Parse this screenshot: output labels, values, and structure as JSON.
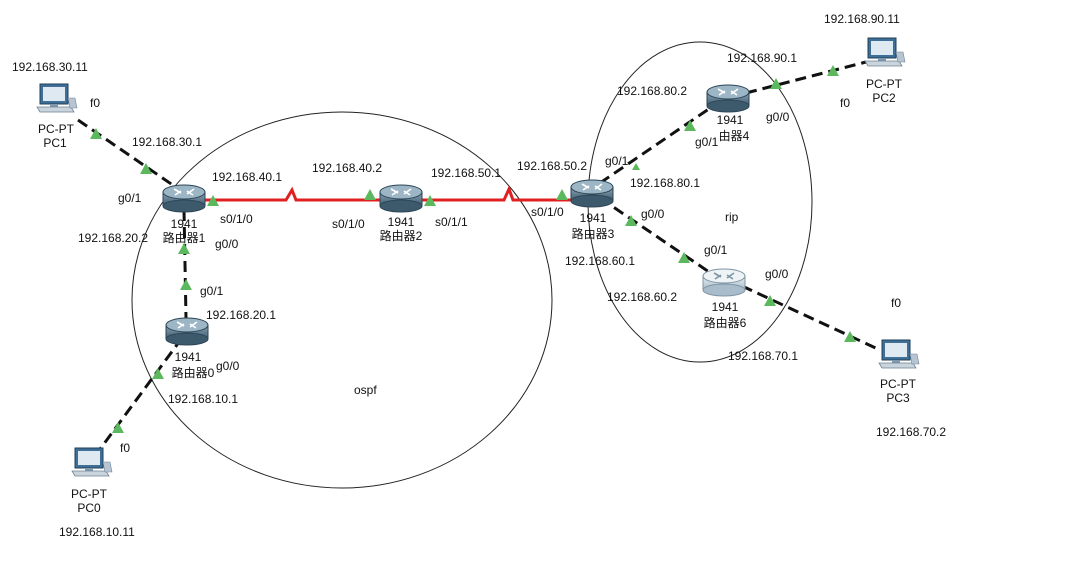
{
  "areas": [
    {
      "id": "ospf-area",
      "label": "ospf"
    },
    {
      "id": "rip-area",
      "label": "rip"
    }
  ],
  "devices": [
    {
      "id": "router-1",
      "kind": "router",
      "model": "1941",
      "name": "路由器1"
    },
    {
      "id": "router-2",
      "kind": "router",
      "model": "1941",
      "name": "路由器2"
    },
    {
      "id": "router-3",
      "kind": "router",
      "model": "1941",
      "name": "路由器3"
    },
    {
      "id": "router-4",
      "kind": "router",
      "model": "1941",
      "name": "由器4"
    },
    {
      "id": "router-6",
      "kind": "router",
      "model": "1941",
      "name": "路由器6",
      "pale": true
    },
    {
      "id": "router-0",
      "kind": "router",
      "model": "1941",
      "name": "路由器0"
    },
    {
      "id": "pc-1",
      "kind": "pc",
      "model": "PC-PT",
      "name": "PC1"
    },
    {
      "id": "pc-0",
      "kind": "pc",
      "model": "PC-PT",
      "name": "PC0"
    },
    {
      "id": "pc-2",
      "kind": "pc",
      "model": "PC-PT",
      "name": "PC2"
    },
    {
      "id": "pc-3",
      "kind": "pc",
      "model": "PC-PT",
      "name": "PC3"
    }
  ],
  "links": [
    {
      "id": "link-pc1-r1",
      "type": "ethernet"
    },
    {
      "id": "link-r1-r2",
      "type": "serial"
    },
    {
      "id": "link-r2-r3",
      "type": "serial"
    },
    {
      "id": "link-r1-r0",
      "type": "ethernet"
    },
    {
      "id": "link-r0-pc0",
      "type": "ethernet"
    },
    {
      "id": "link-r3-r4",
      "type": "ethernet"
    },
    {
      "id": "link-r4-pc2",
      "type": "ethernet"
    },
    {
      "id": "link-r3-r6",
      "type": "ethernet"
    },
    {
      "id": "link-r6-pc3",
      "type": "ethernet"
    }
  ],
  "labels": [
    {
      "id": "ip-pc1",
      "text": "192.168.30.11"
    },
    {
      "id": "if-pc1-f0",
      "text": "f0"
    },
    {
      "id": "ip-r1-30",
      "text": "192.168.30.1"
    },
    {
      "id": "if-r1-g01",
      "text": "g0/1"
    },
    {
      "id": "ip-r1-40",
      "text": "192.168.40.1"
    },
    {
      "id": "if-r1-s010",
      "text": "s0/1/0"
    },
    {
      "id": "ip-r1-20",
      "text": "192.168.20.2"
    },
    {
      "id": "if-r1-g00",
      "text": "g0/0"
    },
    {
      "id": "if-r0-g01",
      "text": "g0/1"
    },
    {
      "id": "ip-r0-20",
      "text": "192.168.20.1"
    },
    {
      "id": "if-r0-g00",
      "text": "g0/0"
    },
    {
      "id": "ip-r0-10",
      "text": "192.168.10.1"
    },
    {
      "id": "if-pc0-f0",
      "text": "f0"
    },
    {
      "id": "ip-pc0",
      "text": "192.168.10.11"
    },
    {
      "id": "ip-r2-40",
      "text": "192.168.40.2"
    },
    {
      "id": "if-r2-s010",
      "text": "s0/1/0"
    },
    {
      "id": "ip-r2-50",
      "text": "192.168.50.1"
    },
    {
      "id": "if-r2-s011",
      "text": "s0/1/1"
    },
    {
      "id": "ip-r3-50",
      "text": "192.168.50.2"
    },
    {
      "id": "if-r3-s010",
      "text": "s0/1/0"
    },
    {
      "id": "ip-r3-80",
      "text": "192.168.80.2"
    },
    {
      "id": "if-r3-g01",
      "text": "g0/1"
    },
    {
      "id": "ip-r4-80",
      "text": "192.168.80.1"
    },
    {
      "id": "if-r4-g01",
      "text": "g0/1"
    },
    {
      "id": "ip-r4-90",
      "text": "192.168.90.1"
    },
    {
      "id": "if-r4-g00",
      "text": "g0/0"
    },
    {
      "id": "ip-pc2",
      "text": "192.168.90.11"
    },
    {
      "id": "if-pc2-f0",
      "text": "f0"
    },
    {
      "id": "if-r3-g00",
      "text": "g0/0"
    },
    {
      "id": "ip-r3-60",
      "text": "192.168.60.1"
    },
    {
      "id": "if-r6-g01",
      "text": "g0/1"
    },
    {
      "id": "ip-r6-60",
      "text": "192.168.60.2"
    },
    {
      "id": "if-r6-g00",
      "text": "g0/0"
    },
    {
      "id": "ip-r6-70",
      "text": "192.168.70.1"
    },
    {
      "id": "if-pc3-f0",
      "text": "f0"
    },
    {
      "id": "ip-pc3",
      "text": "192.168.70.2"
    }
  ],
  "colors": {
    "ethernet": "#111111",
    "serial": "#e02020",
    "port_up": "#5cb85c",
    "router_body": "#5e7f94",
    "router_pale": "#c8d6df",
    "pc_body": "#3f6f96"
  }
}
